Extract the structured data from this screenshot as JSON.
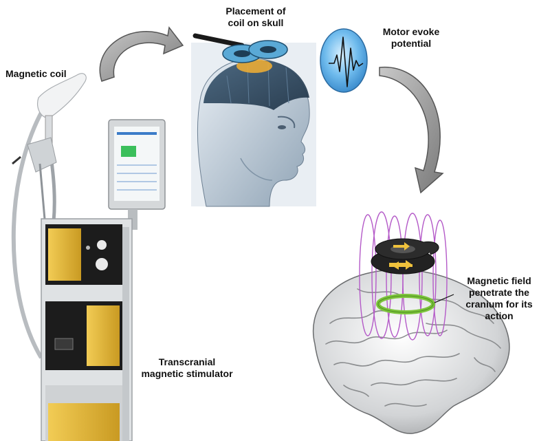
{
  "labels": {
    "magnetic_coil": "Magnetic coil",
    "placement": [
      "Placement of",
      "coil on skull"
    ],
    "motor_evoke": [
      "Motor evoke",
      "potential"
    ],
    "magnetic_field": [
      "Magnetic field",
      "penetrate the",
      "cranium for its",
      "action"
    ],
    "stimulator": [
      "Transcranial",
      "magnetic stimulator"
    ]
  },
  "colors": {
    "arrow_fill": "#9a9a9a",
    "potential_blue": "#3f9ee0",
    "field_lines": "#b45ac8",
    "coil_ring_green": "#7cc43c",
    "stimulator_yellow": "#e0b53a",
    "coil_blue": "#5aa9d6"
  },
  "icons": {
    "coil": "figure-eight-coil-icon",
    "head": "human-head-icon",
    "brain": "brain-icon",
    "wave": "waveform-icon"
  }
}
